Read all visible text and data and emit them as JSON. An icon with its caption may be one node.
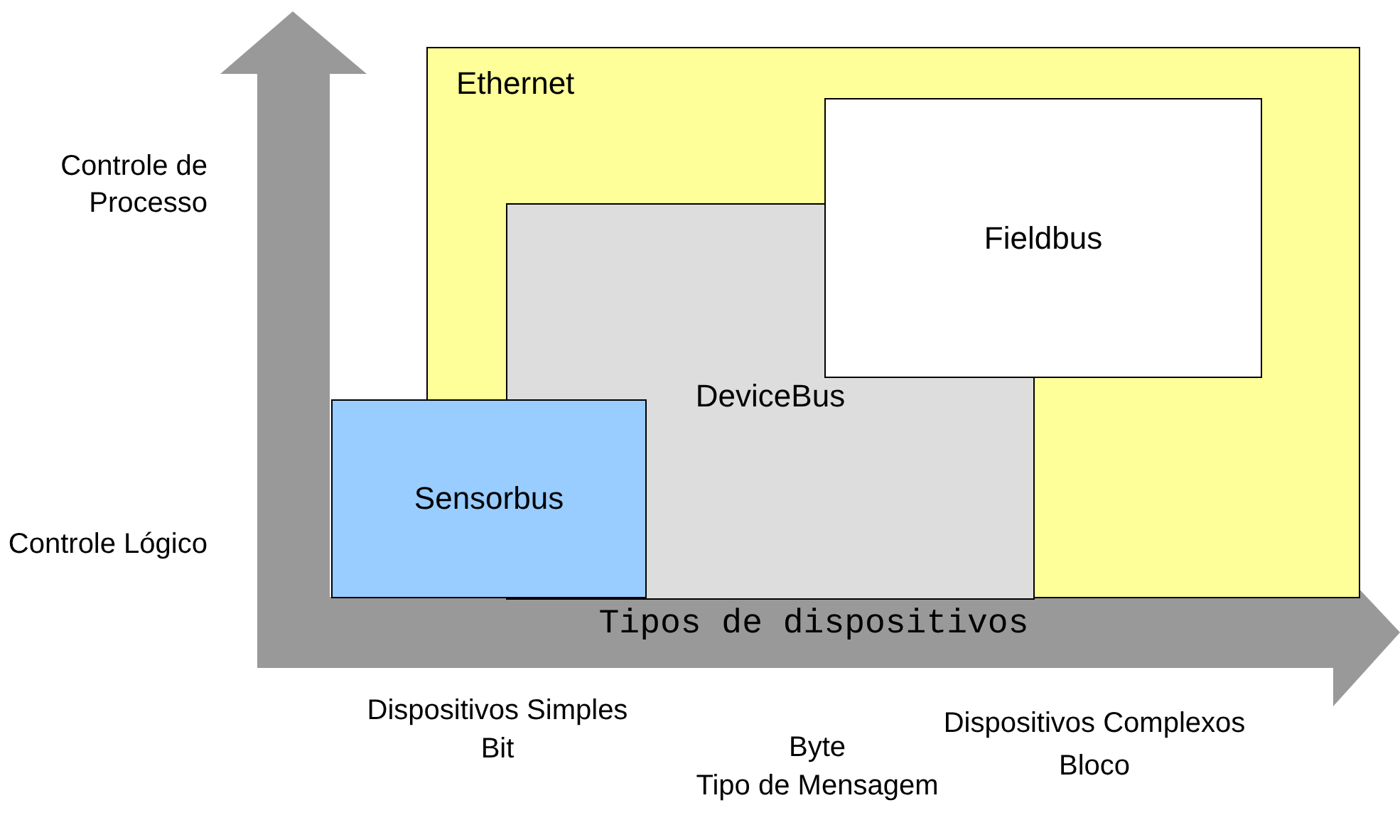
{
  "diagram": {
    "nodes": [
      {
        "text": [
          "Ethernet"
        ]
      },
      {
        "text": [
          "Fieldbus"
        ],
        "in": 0
      },
      {
        "text": [
          "DeviceBus"
        ],
        "in": 0
      },
      {
        "text": [
          "Sensorbus"
        ]
      }
    ],
    "labels": [
      "Controle de Processo",
      "Controle Lógico",
      "Tipos de dispositivos",
      "Dispositivos Simples",
      "Bit",
      "Byte",
      "Dispositivos Complexos",
      "Bloco",
      "Tipo de Mensagem"
    ]
  }
}
